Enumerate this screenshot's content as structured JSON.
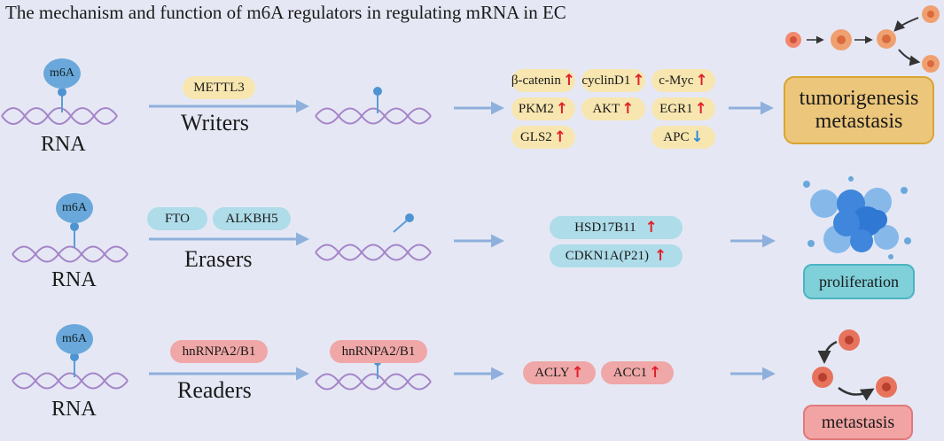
{
  "title": "The mechanism and function of m6A regulators in regulating mRNA in EC",
  "rna_label": "RNA",
  "m6a_label": "m6A",
  "rows": {
    "writers": {
      "category": "Writers",
      "regulators": [
        "METTL3"
      ],
      "targets": [
        {
          "name": "β-catenin",
          "dir": "up"
        },
        {
          "name": "cyclinD1",
          "dir": "up"
        },
        {
          "name": "c-Myc",
          "dir": "up"
        },
        {
          "name": "PKM2",
          "dir": "up"
        },
        {
          "name": "AKT",
          "dir": "up"
        },
        {
          "name": "EGR1",
          "dir": "up"
        },
        {
          "name": "GLS2",
          "dir": "up"
        },
        {
          "name": "APC",
          "dir": "down"
        }
      ],
      "outcome": [
        "tumorigenesis",
        "metastasis"
      ]
    },
    "erasers": {
      "category": "Erasers",
      "regulators": [
        "FTO",
        "ALKBH5"
      ],
      "targets": [
        {
          "name": "HSD17B11",
          "dir": "up"
        },
        {
          "name": "CDKN1A(P21)",
          "dir": "up"
        }
      ],
      "outcome": [
        "proliferation"
      ]
    },
    "readers": {
      "category": "Readers",
      "regulators": [
        "hnRNPA2/B1"
      ],
      "bound_reader": "hnRNPA2/B1",
      "targets": [
        {
          "name": "ACLY",
          "dir": "up"
        },
        {
          "name": "ACC1",
          "dir": "up"
        }
      ],
      "outcome": [
        "metastasis"
      ]
    }
  },
  "colors": {
    "background": "#e5e8f4",
    "rna_strand": "#a585c9",
    "arrow": "#8fb0dc",
    "writer_pill": "#f8e6b0",
    "eraser_pill": "#aedce9",
    "reader_pill": "#efa7a7",
    "up_arrow": "#e0202a",
    "down_arrow": "#2f8ad8"
  }
}
